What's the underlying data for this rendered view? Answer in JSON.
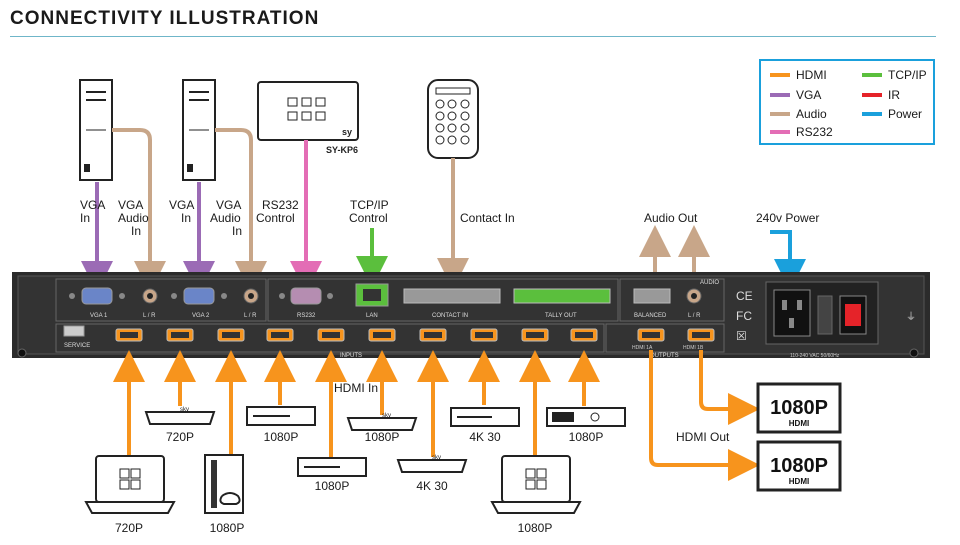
{
  "title": "CONNECTIVITY ILLUSTRATION",
  "colors": {
    "hdmi": "#f7941d",
    "vga": "#9b6bb5",
    "audio": "#c8a689",
    "rs232": "#e36db5",
    "tcpip": "#5bbf3d",
    "ir": "#e52329",
    "power": "#1aa0dc"
  },
  "legend": {
    "hdmi": "HDMI",
    "vga": "VGA",
    "audio": "Audio",
    "rs232": "RS232",
    "tcpip": "TCP/IP",
    "ir": "IR",
    "power": "Power"
  },
  "keypad_label": "SY-KP6",
  "keypad_logo": "sy",
  "labels": {
    "vga_in_1": [
      "VGA",
      "In"
    ],
    "vga_audio_1": [
      "VGA",
      "Audio",
      "In"
    ],
    "vga_in_2": [
      "VGA",
      "In"
    ],
    "vga_audio_2": [
      "VGA",
      "Audio",
      "In"
    ],
    "rs232": [
      "RS232",
      "Control"
    ],
    "tcpip": [
      "TCP/IP",
      "Control"
    ],
    "contact_in": "Contact In",
    "audio_out": "Audio Out",
    "power": "240v Power",
    "hdmi_in": "HDMI In",
    "hdmi_out": "HDMI Out"
  },
  "panel": {
    "vga1": "VGA 1",
    "lr1": "L / R",
    "vga2": "VGA 2",
    "lr2": "L / R",
    "rs232": "RS232",
    "lan": "LAN",
    "contact_in": "CONTACT IN",
    "tally_out": "TALLY OUT",
    "balanced": "BALANCED",
    "audio": "AUDIO",
    "lr3": "L / R",
    "service": "SERVICE",
    "inputs": "INPUTS",
    "outputs": "OUTPUTS",
    "hdmi1a": "HDMI 1A",
    "hdmi1b": "HDMI 1B",
    "ce": "CE",
    "fc": "FC",
    "power_rating": "110-240 VAC 50/60Hz"
  },
  "outputs": {
    "top": {
      "res": "1080P",
      "sub": "HDMI"
    },
    "bottom": {
      "res": "1080P",
      "sub": "HDMI"
    }
  },
  "sources": [
    {
      "name": "laptop-720p",
      "res": "720P"
    },
    {
      "name": "skybox-720p",
      "res": "720P",
      "logo": "sky"
    },
    {
      "name": "console-1080p",
      "res": "1080P"
    },
    {
      "name": "bluray-1080p",
      "res": "1080P"
    },
    {
      "name": "bluray2-1080p",
      "res": "1080P"
    },
    {
      "name": "skybox-1080p",
      "res": "1080P",
      "logo": "sky"
    },
    {
      "name": "skybox-4k30",
      "res": "4K 30",
      "logo": "sky"
    },
    {
      "name": "bluray-4k30",
      "res": "4K 30"
    },
    {
      "name": "laptop-1080p",
      "res": "1080P"
    },
    {
      "name": "player-1080p",
      "res": "1080P"
    }
  ]
}
